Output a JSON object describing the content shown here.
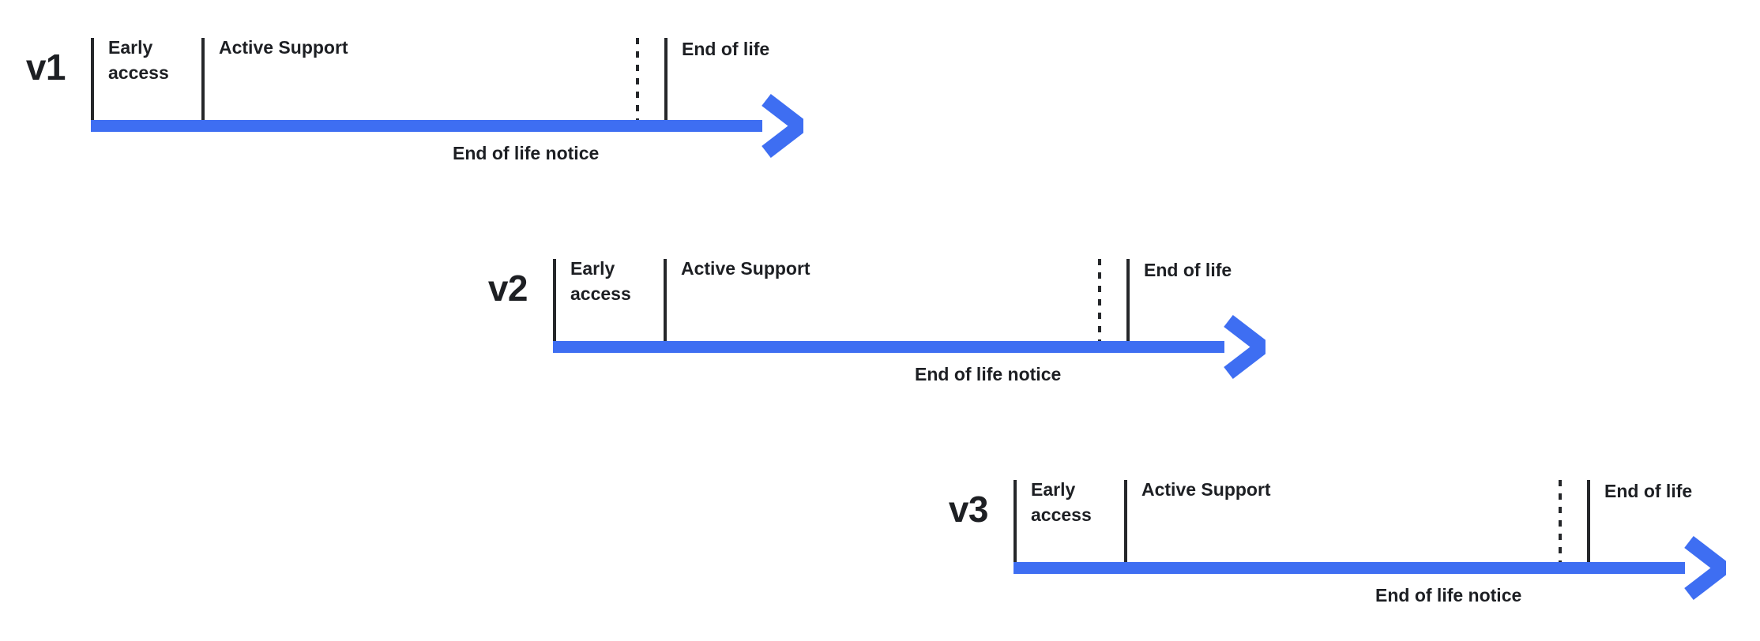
{
  "diagram": {
    "colors": {
      "background": "#ffffff",
      "arrow": "#3e6ef2",
      "line": "#25272a",
      "text": "#1d1f23"
    },
    "timelines": [
      {
        "version": "v1",
        "early_access": "Early\naccess",
        "active_support": "Active Support",
        "end_of_life": "End of life",
        "end_of_life_notice": "End of life notice"
      },
      {
        "version": "v2",
        "early_access": "Early\naccess",
        "active_support": "Active Support",
        "end_of_life": "End of life",
        "end_of_life_notice": "End of life notice"
      },
      {
        "version": "v3",
        "early_access": "Early\naccess",
        "active_support": "Active Support",
        "end_of_life": "End of life",
        "end_of_life_notice": "End of life notice"
      }
    ]
  }
}
